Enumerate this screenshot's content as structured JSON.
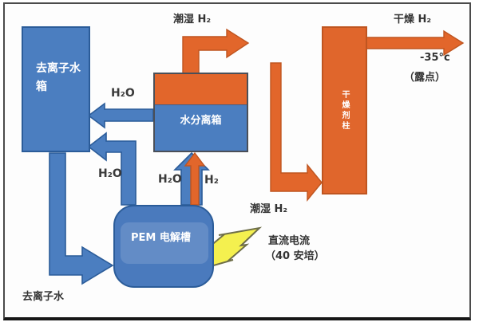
{
  "diagram": {
    "type": "process-flow",
    "nodes": {
      "deionized_water_tank": {
        "label": "去离子水箱"
      },
      "water_separator": {
        "label": "水分离箱"
      },
      "pem_electrolyzer": {
        "label": "PEM 电解槽"
      },
      "desiccant_column": {
        "label": "干燥剂柱"
      }
    },
    "flow_labels": {
      "wet_h2_top": "潮湿 H₂",
      "dry_h2": "干燥 H₂",
      "dewpoint_temp": "-35°c",
      "dewpoint": "（露点）",
      "h2o_return_upper": "H₂O",
      "h2o_return_lower": "H₂O",
      "h2o_up": "H₂O",
      "h2_up": "H₂",
      "wet_h2_bottom": "潮湿 H₂",
      "dc_current_line1": "直流电流",
      "dc_current_line2": "（40 安培）",
      "deionized_water_feed": "去离子水"
    },
    "colors": {
      "water_blue": "#4b7ec0",
      "blue_outline": "#2b5c99",
      "gas_orange": "#e2662b",
      "orange_outline": "#bf5520",
      "lightning_yellow": "#f4f04f",
      "text": "#333333",
      "frame_border": "#4b4b4b"
    }
  }
}
